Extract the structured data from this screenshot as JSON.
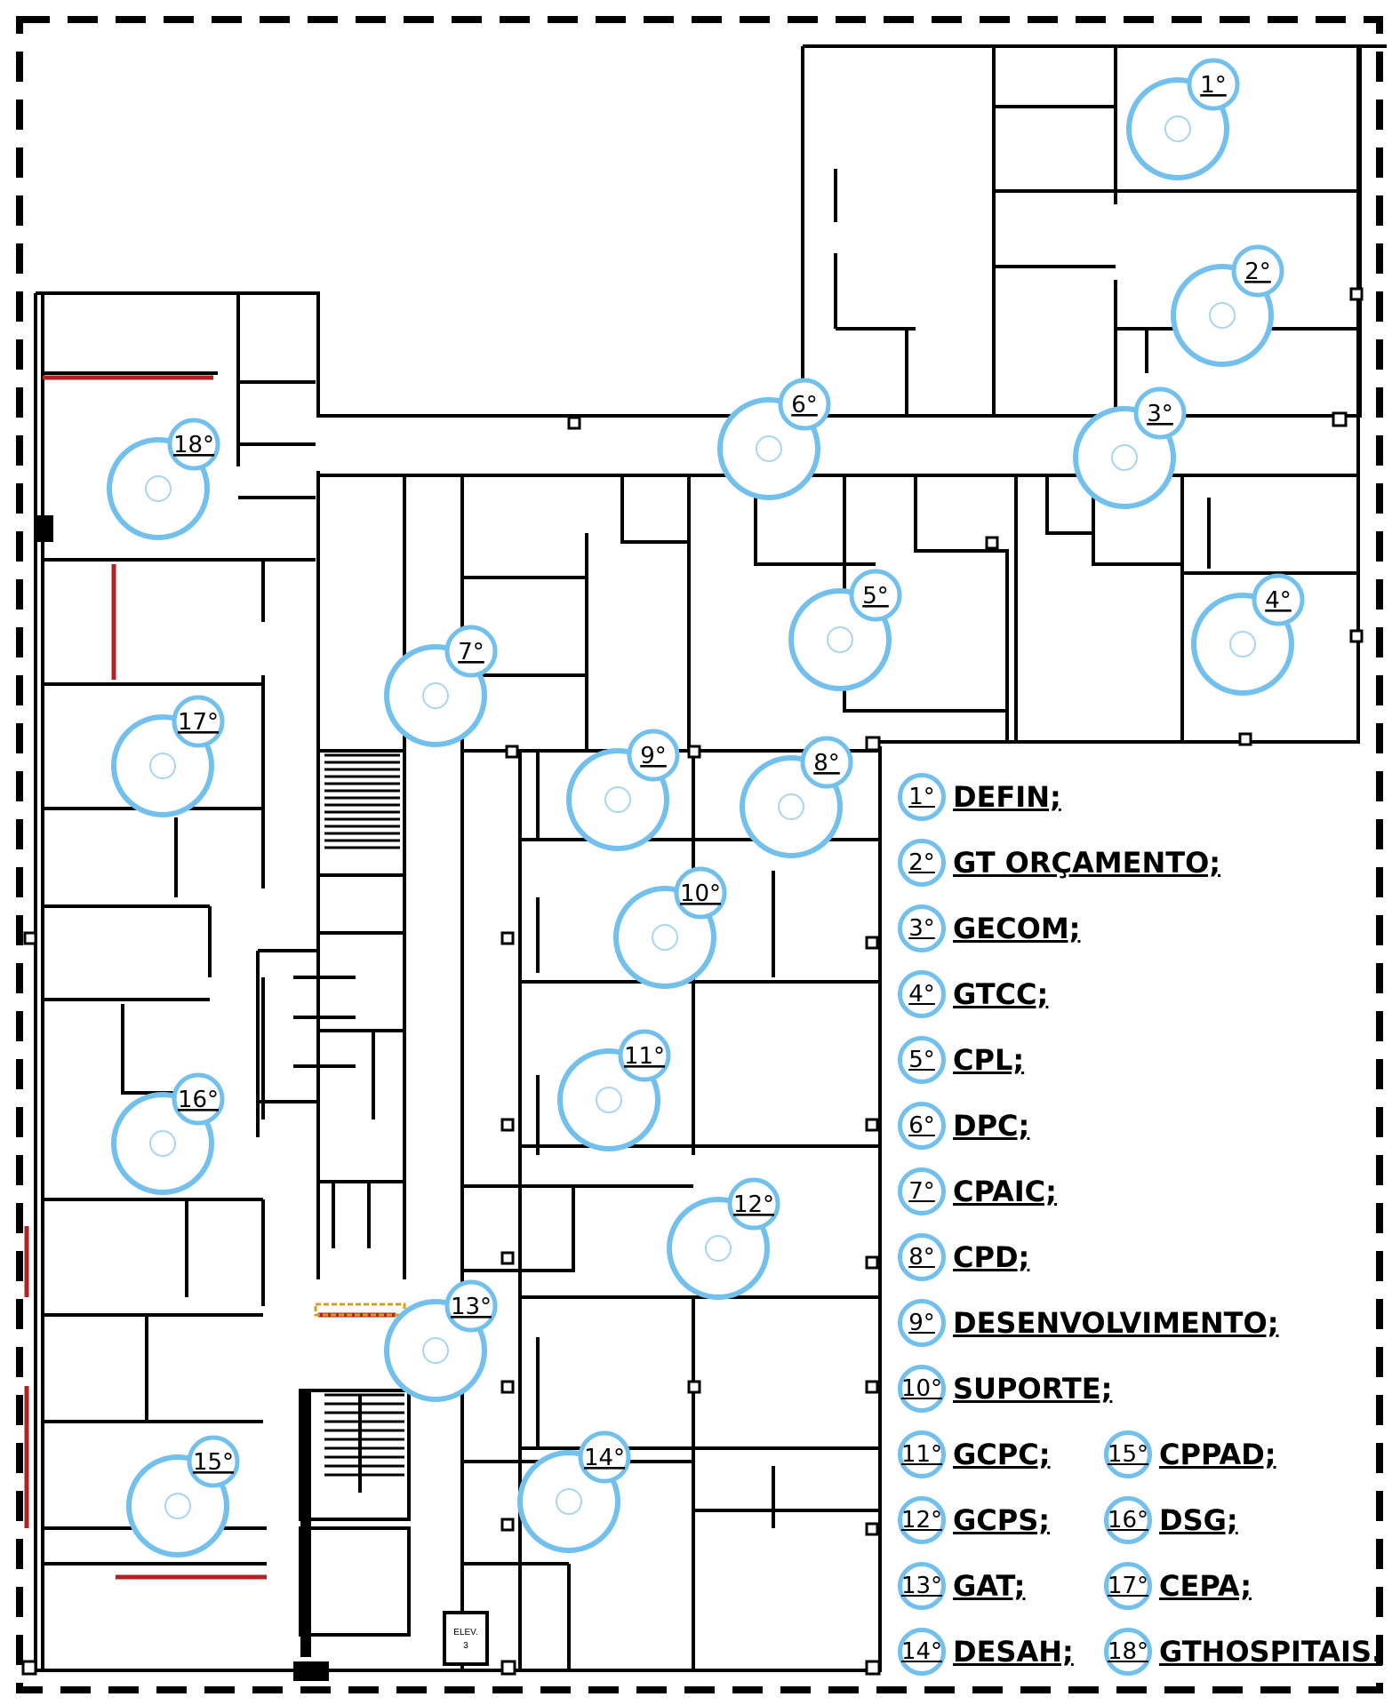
{
  "access_points": [
    {
      "n": "1°",
      "label": "DEFIN;"
    },
    {
      "n": "2°",
      "label": "GT ORÇAMENTO;"
    },
    {
      "n": "3°",
      "label": "GECOM;"
    },
    {
      "n": "4°",
      "label": "GTCC;"
    },
    {
      "n": "5°",
      "label": "CPL;"
    },
    {
      "n": "6°",
      "label": "DPC;"
    },
    {
      "n": "7°",
      "label": "CPAIC;"
    },
    {
      "n": "8°",
      "label": "CPD;"
    },
    {
      "n": "9°",
      "label": "DESENVOLVIMENTO;"
    },
    {
      "n": "10°",
      "label": "SUPORTE;"
    },
    {
      "n": "11°",
      "label": "GCPC;"
    },
    {
      "n": "12°",
      "label": "GCPS;"
    },
    {
      "n": "13°",
      "label": "GAT;"
    },
    {
      "n": "14°",
      "label": "DESAH;"
    },
    {
      "n": "15°",
      "label": "CPPAD;"
    },
    {
      "n": "16°",
      "label": "DSG;"
    },
    {
      "n": "17°",
      "label": "CEPA;"
    },
    {
      "n": "18°",
      "label": "GTHOSPITAIS."
    }
  ],
  "elevator": {
    "line1": "ELEV.",
    "line2": "3"
  },
  "colors": {
    "ap_ring": "#72c0ee",
    "wall": "#000000",
    "accent_wall": "#b22222"
  }
}
